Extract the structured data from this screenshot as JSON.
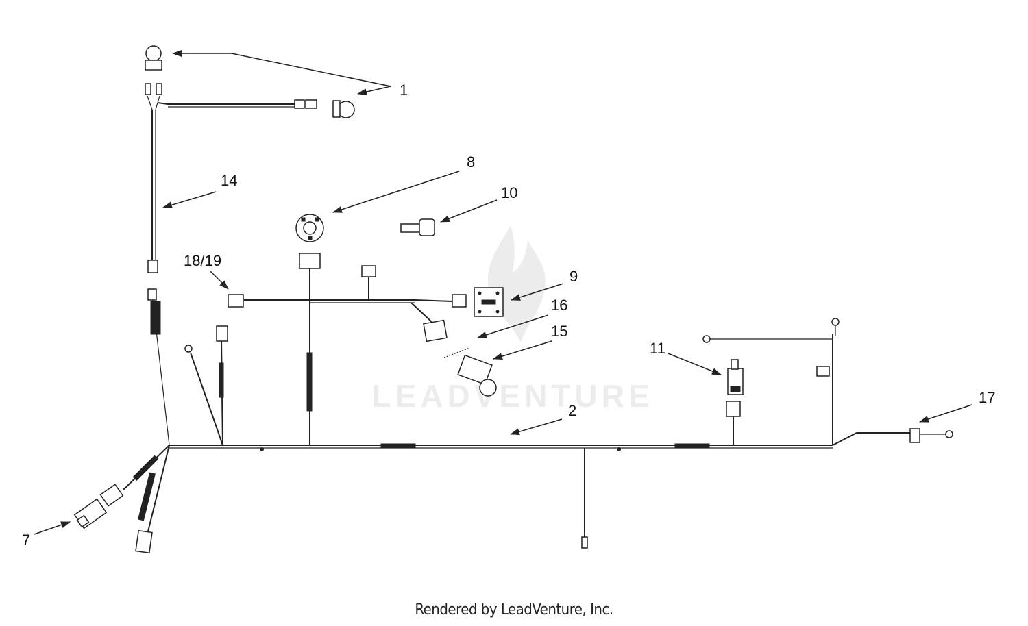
{
  "callouts": {
    "c1": "1",
    "c2": "2",
    "c7": "7",
    "c8": "8",
    "c9": "9",
    "c10": "10",
    "c11": "11",
    "c14": "14",
    "c15": "15",
    "c16": "16",
    "c17": "17",
    "c1819": "18/19"
  },
  "watermark": "LEADVENTURE",
  "footer": "Rendered by LeadVenture, Inc.",
  "colors": {
    "line": "#222222",
    "watermark": "#ececec",
    "background": "#ffffff"
  }
}
